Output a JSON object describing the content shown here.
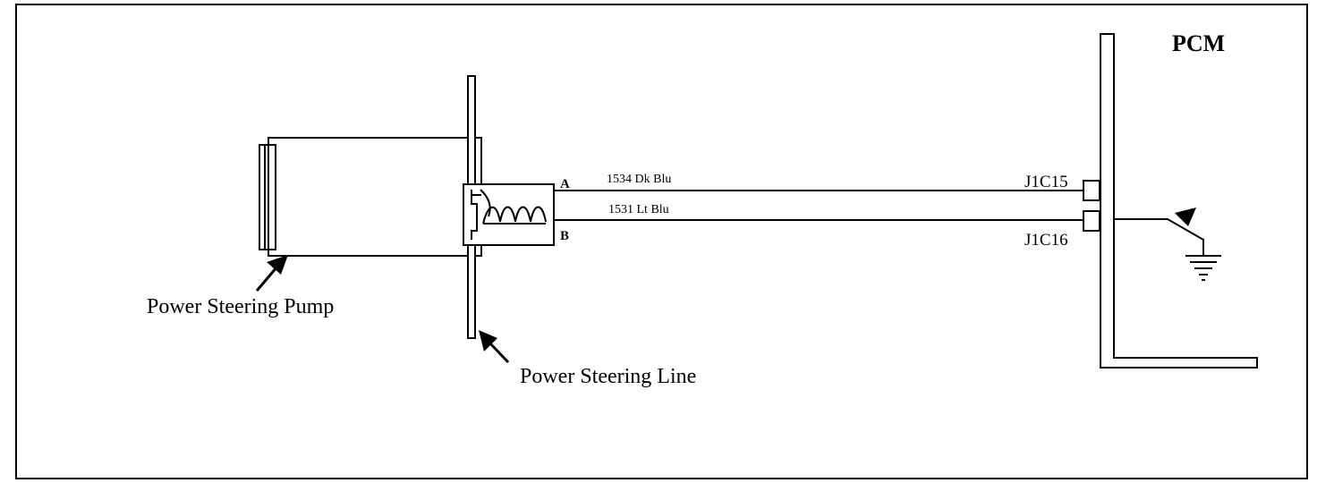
{
  "labels": {
    "pcm": "PCM",
    "pump": "Power Steering Pump",
    "line": "Power Steering Line",
    "pin_a": "A",
    "pin_b": "B",
    "wire_1": "1534  Dk Blu",
    "wire_2": "1531 Lt Blu",
    "terminal_1": "J1C15",
    "terminal_2": "J1C16"
  }
}
